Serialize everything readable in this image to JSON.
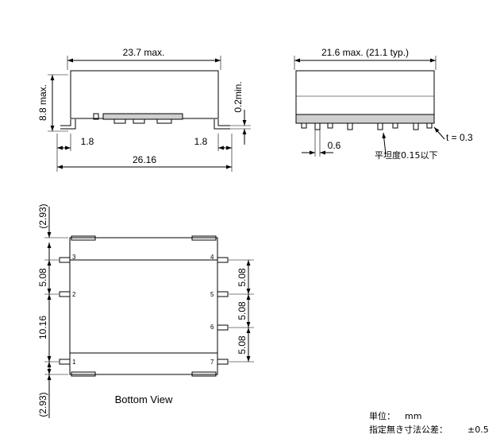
{
  "dimensions": {
    "side_width_max": "23.7 max.",
    "side_height_max": "8.8 max.",
    "standoff_min": "0.2min.",
    "lead_left": "1.8",
    "lead_right": "1.8",
    "overall_length": "26.16",
    "front_width": "21.6 max. (21.1 typ.)",
    "pin_width": "0.6",
    "thickness": "t = 0.3",
    "flatness": "平坦度0.15以下",
    "bottom_top_offset": "(2.93)",
    "bottom_bottom_offset": "(2.93)",
    "pitch_left_upper": "5.08",
    "pitch_left_lower": "10.16",
    "pitch_right_1": "5.08",
    "pitch_right_2": "5.08",
    "pitch_right_3": "5.08"
  },
  "pins": {
    "p1": "1",
    "p2": "2",
    "p3": "3",
    "p4": "4",
    "p5": "5",
    "p6": "6",
    "p7": "7"
  },
  "labels": {
    "bottom_view": "Bottom View",
    "unit_label": "単位：",
    "unit_value": "mm",
    "tolerance_label": "指定無き寸法公差：",
    "tolerance_value": "±0.5"
  }
}
